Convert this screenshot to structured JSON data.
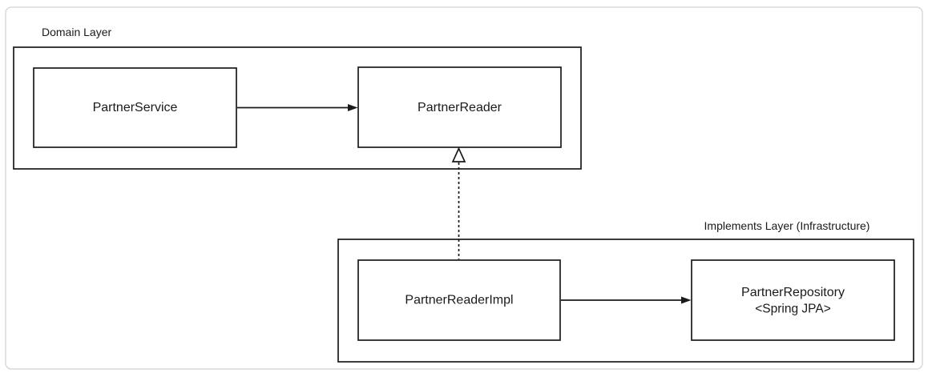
{
  "diagram": {
    "colors": {
      "stroke": "#1a1a1a",
      "text": "#1a1a1a",
      "background": "#ffffff",
      "frame_border": "#d9d9d9"
    },
    "layers": [
      {
        "id": "domain",
        "label": "Domain Layer",
        "label_position": "top-left-outside"
      },
      {
        "id": "infrastructure",
        "label": "Implements Layer (Infrastructure)",
        "label_position": "top-right-outside"
      }
    ],
    "nodes": [
      {
        "id": "partner-service",
        "layer": "domain",
        "label": "PartnerService"
      },
      {
        "id": "partner-reader",
        "layer": "domain",
        "label": "PartnerReader"
      },
      {
        "id": "partner-reader-impl",
        "layer": "infrastructure",
        "label": "PartnerReaderImpl"
      },
      {
        "id": "partner-repository",
        "layer": "infrastructure",
        "label": "PartnerRepository",
        "sublabel": "<Spring JPA>"
      }
    ],
    "edges": [
      {
        "from": "PartnerService",
        "to": "PartnerReader",
        "type": "association",
        "style": "solid-filled-arrow"
      },
      {
        "from": "PartnerReaderImpl",
        "to": "PartnerReader",
        "type": "realization",
        "style": "dashed-hollow-triangle"
      },
      {
        "from": "PartnerReaderImpl",
        "to": "PartnerRepository",
        "type": "association",
        "style": "solid-filled-arrow"
      }
    ]
  }
}
